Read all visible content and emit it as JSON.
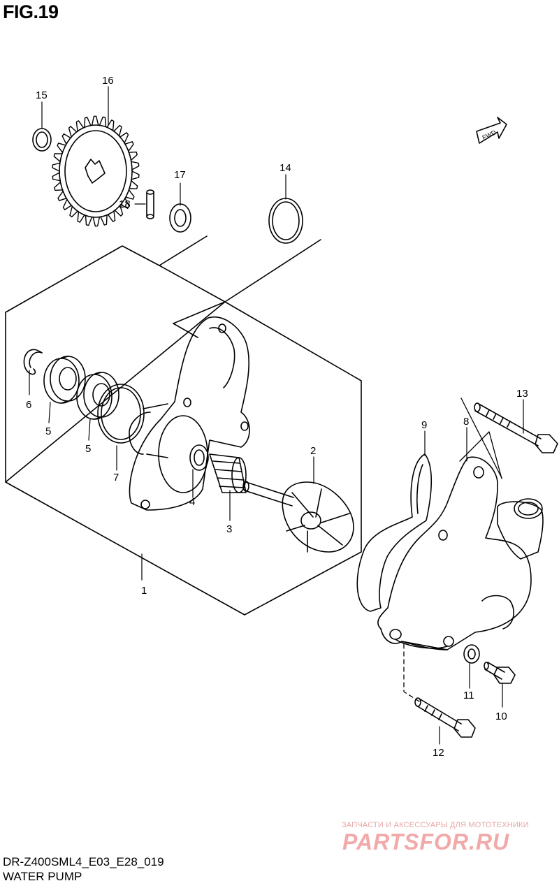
{
  "figure": {
    "title": "FIG.19",
    "code": "DR-Z400SML4_E03_E28_019",
    "name": "WATER PUMP"
  },
  "orientation_mark": {
    "label": "FWD",
    "icon": "forward-arrow-icon"
  },
  "callouts": {
    "c1": "1",
    "c2": "2",
    "c3": "3",
    "c4": "4",
    "c5a": "5",
    "c5b": "5",
    "c6": "6",
    "c7": "7",
    "c8": "8",
    "c9": "9",
    "c10": "10",
    "c11": "11",
    "c12": "12",
    "c13": "13",
    "c14": "14",
    "c15": "15",
    "c16": "16",
    "c17": "17",
    "c18": "18"
  },
  "watermark": {
    "tagline": "ЗАПЧАСТИ И АКСЕССУАРЫ ДЛЯ МОТОТЕХНИКИ",
    "logo": "PARTSFOR.RU"
  },
  "colors": {
    "line": "#000000",
    "watermark": "#f2a9a9"
  }
}
